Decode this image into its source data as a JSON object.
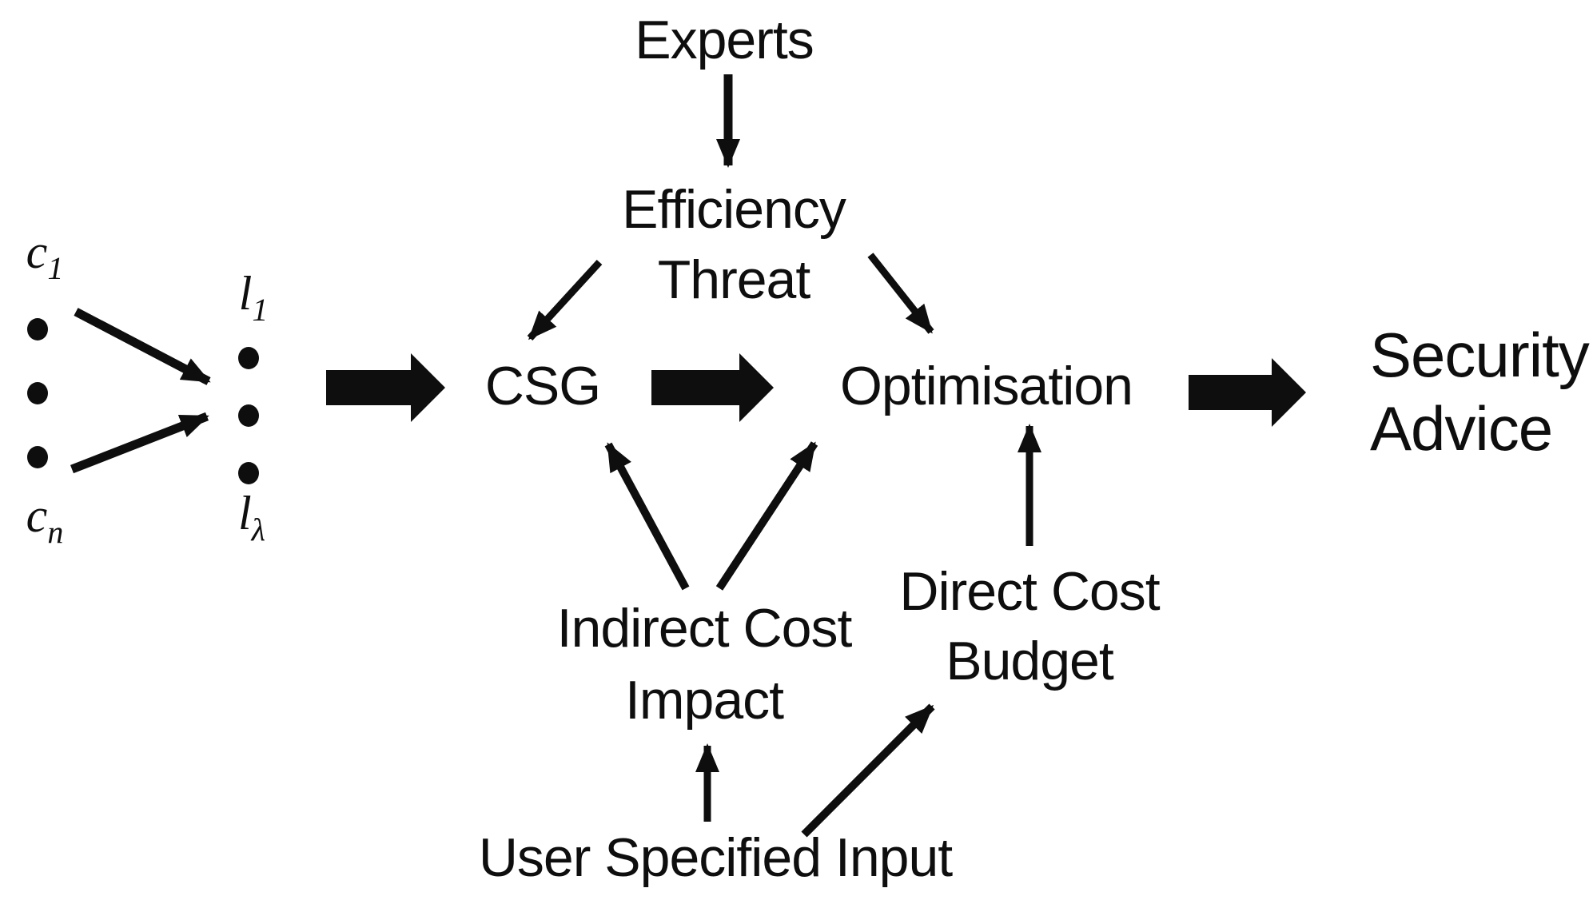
{
  "diagram": {
    "colors": {
      "ink": "#0e0e0e",
      "background": "#ffffff"
    },
    "nodes": {
      "experts": {
        "label": "Experts"
      },
      "efficiency_threat": {
        "line1": "Efficiency",
        "line2": "Threat"
      },
      "csg": {
        "label": "CSG"
      },
      "optimisation": {
        "label": "Optimisation"
      },
      "security_advice": {
        "line1": "Security",
        "line2": "Advice"
      },
      "indirect_cost_impact": {
        "line1": "Indirect Cost",
        "line2": "Impact"
      },
      "direct_cost_budget": {
        "line1": "Direct Cost",
        "line2": "Budget"
      },
      "user_specified_input": {
        "label": "User Specified Input"
      },
      "c_first": {
        "base": "c",
        "sub": "1"
      },
      "c_last": {
        "base": "c",
        "sub": "n"
      },
      "l_first": {
        "base": "l",
        "sub": "1"
      },
      "l_last": {
        "base": "l",
        "sub": "λ"
      }
    },
    "edges": [
      {
        "from": "experts",
        "to": "efficiency_threat",
        "style": "thin-arrow"
      },
      {
        "from": "efficiency_threat",
        "to": "csg",
        "style": "thin-arrow"
      },
      {
        "from": "efficiency_threat",
        "to": "optimisation",
        "style": "thin-arrow"
      },
      {
        "from": "c_first",
        "to": "l_column",
        "style": "thin-arrow"
      },
      {
        "from": "c_last",
        "to": "l_column",
        "style": "thin-arrow"
      },
      {
        "from": "control_mapping",
        "to": "csg",
        "style": "block-arrow"
      },
      {
        "from": "csg",
        "to": "optimisation",
        "style": "block-arrow"
      },
      {
        "from": "optimisation",
        "to": "security_advice",
        "style": "block-arrow"
      },
      {
        "from": "indirect_cost_impact",
        "to": "csg",
        "style": "thin-arrow"
      },
      {
        "from": "indirect_cost_impact",
        "to": "optimisation",
        "style": "thin-arrow"
      },
      {
        "from": "direct_cost_budget",
        "to": "optimisation",
        "style": "thin-arrow"
      },
      {
        "from": "user_specified_input",
        "to": "indirect_cost_impact",
        "style": "thin-arrow"
      },
      {
        "from": "user_specified_input",
        "to": "direct_cost_budget",
        "style": "thin-arrow"
      }
    ]
  }
}
